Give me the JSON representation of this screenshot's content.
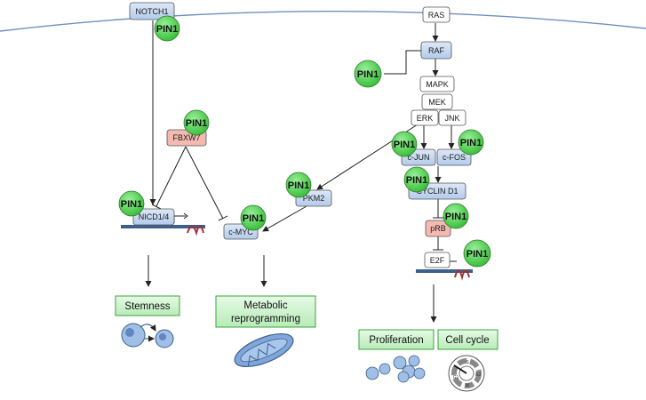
{
  "colors": {
    "membrane": "#6f8fc0",
    "protein_fill": "#c6d9f1",
    "neutral_fill": "#ffffff",
    "inhibitor_fill": "#f4b9b0",
    "pin1_fill": "#5fd35f",
    "outcome_fill": "#c9f0c9",
    "outcome_border": "#3aa63a",
    "dna_strand": "#3e5f8a"
  },
  "proteins": {
    "notch1": "NOTCH1",
    "fbxw7": "FBXW7",
    "nicd": "NICD1/4",
    "cmyc": "c-MYC",
    "pkm2": "PKM2",
    "ras": "RAS",
    "raf": "RAF",
    "mapk": "MAPK",
    "mek": "MEK",
    "erk": "ERK",
    "jnk": "JNK",
    "cjun": "c-JUN",
    "cfos": "c-FOS",
    "cyclin_d1": "CYCLIN D1",
    "prb": "pRB",
    "e2f": "E2F"
  },
  "pin1_label": "PIN1",
  "outcomes": {
    "stemness": "Stemness",
    "metabolic_line1": "Metabolic",
    "metabolic_line2": "reprogramming",
    "proliferation": "Proliferation",
    "cell_cycle": "Cell cycle"
  },
  "cell_cycle_phases": [
    "S",
    "G2",
    "M",
    "G1"
  ]
}
